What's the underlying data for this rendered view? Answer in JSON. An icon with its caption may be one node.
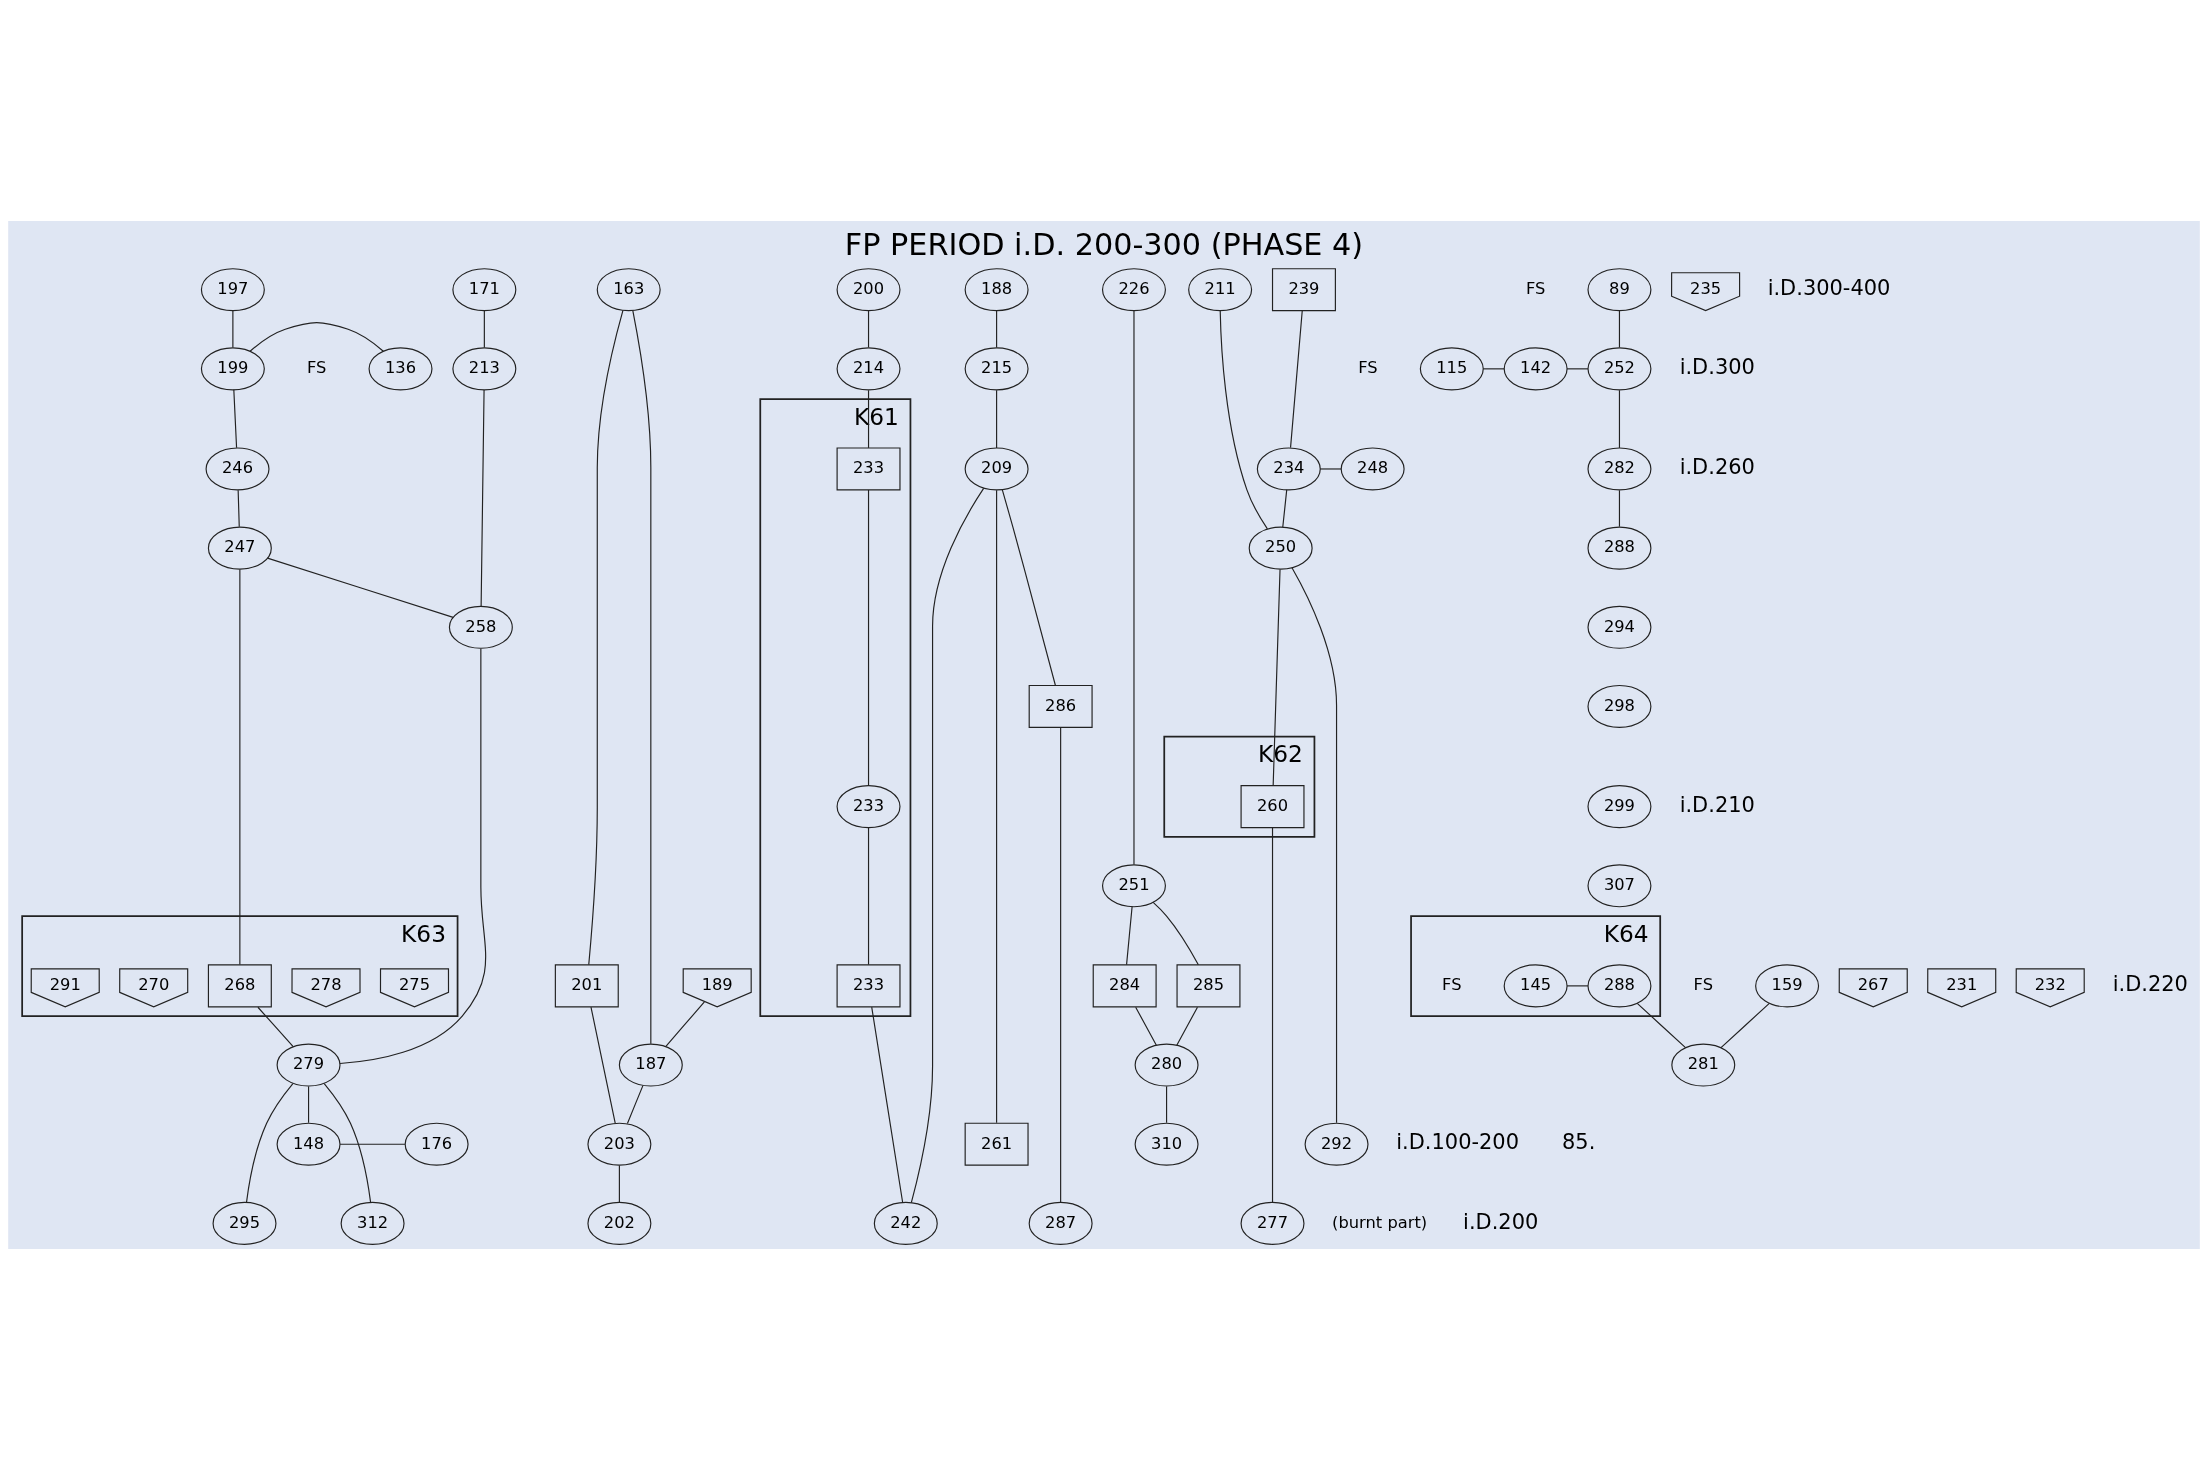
{
  "diagram": {
    "title": "FP PERIOD i.D. 200-300 (PHASE 4)",
    "nodes": [
      {
        "text": [
          "197"
        ]
      },
      {
        "text": [
          "163"
        ]
      },
      {
        "text": [
          "171"
        ]
      },
      {
        "text": [
          "200"
        ]
      },
      {
        "text": [
          "226"
        ]
      },
      {
        "text": [
          "188"
        ]
      },
      {
        "text": [
          "211"
        ]
      },
      {
        "text": [
          "239"
        ]
      },
      {
        "text": [
          "89"
        ],
        "beside": [
          "FS"
        ]
      },
      {
        "text": [
          "136"
        ],
        "beside": [
          "FS"
        ]
      },
      {
        "text": [
          "199"
        ]
      },
      {
        "text": [
          "213"
        ]
      },
      {
        "text": [
          "214"
        ]
      },
      {
        "text": [
          "215"
        ]
      },
      {
        "text": [
          "251"
        ]
      },
      {
        "text": [
          "115"
        ],
        "beside": [
          "FS"
        ]
      },
      {
        "text": [
          "142"
        ]
      },
      {
        "text": [
          "252"
        ]
      },
      {
        "text": [
          "282"
        ]
      },
      {
        "text": [
          "209"
        ]
      },
      {
        "text": [
          "234"
        ]
      },
      {
        "text": [
          "248"
        ]
      },
      {
        "text": [
          "288"
        ]
      },
      {
        "text": [
          "294"
        ]
      },
      {
        "text": [
          "298"
        ]
      },
      {
        "text": [
          "299"
        ]
      },
      {
        "text": [
          "307"
        ]
      },
      {
        "text": [
          "246"
        ]
      },
      {
        "text": [
          "247"
        ]
      },
      {
        "text": [
          "K61"
        ]
      },
      {
        "text": [
          "233"
        ],
        "in": 29
      },
      {
        "text": [
          "233"
        ],
        "in": 29
      },
      {
        "text": [
          "258"
        ]
      },
      {
        "text": [
          "K64"
        ]
      },
      {
        "text": [
          "145"
        ],
        "in": 33,
        "beside": [
          "FS"
        ]
      },
      {
        "text": [
          "288"
        ],
        "in": 33
      },
      {
        "text": [
          "K63"
        ]
      },
      {
        "text": [
          "275"
        ],
        "in": 36
      },
      {
        "text": [
          "278"
        ],
        "in": 36
      },
      {
        "text": [
          "268"
        ],
        "in": 36
      },
      {
        "text": [
          "270"
        ],
        "in": 36
      },
      {
        "text": [
          "291"
        ],
        "in": 36
      },
      {
        "text": [
          "267"
        ]
      },
      {
        "text": [
          "201"
        ]
      },
      {
        "text": [
          "189"
        ]
      },
      {
        "text": [
          "231"
        ]
      },
      {
        "text": [
          "232"
        ]
      },
      {
        "text": [
          "233"
        ],
        "in": 29
      },
      {
        "text": [
          "284"
        ]
      },
      {
        "text": [
          "285"
        ]
      },
      {
        "text": [
          "159"
        ],
        "beside": [
          "FS"
        ]
      },
      {
        "text": [
          "281"
        ]
      },
      {
        "text": [
          "279"
        ]
      },
      {
        "text": [
          "280"
        ]
      },
      {
        "text": [
          "203"
        ]
      },
      {
        "text": [
          "187"
        ]
      },
      {
        "text": [
          "250"
        ]
      },
      {
        "text": [
          "K62"
        ]
      },
      {
        "text": [
          "235"
        ]
      },
      {
        "text": [
          "260"
        ],
        "in": 57
      },
      {
        "text": [
          "286"
        ]
      },
      {
        "text": [
          "312"
        ]
      },
      {
        "text": [
          "295"
        ]
      },
      {
        "text": [
          "202"
        ]
      },
      {
        "text": [
          "242"
        ]
      },
      {
        "text": [
          "287"
        ]
      },
      {
        "text": [
          "277"
        ],
        "beside": [
          "(burnt part)"
        ]
      },
      {
        "text": [
          "148"
        ]
      },
      {
        "text": [
          "176"
        ]
      },
      {
        "text": [
          "310"
        ]
      },
      {
        "text": [
          "261"
        ]
      },
      {
        "text": [
          "292"
        ]
      }
    ],
    "edges": [
      {
        "from": 0,
        "to": 10,
        "arrow": "none"
      },
      {
        "from": 9,
        "to": 10,
        "arrow": "none"
      },
      {
        "from": 10,
        "to": 27,
        "arrow": "none"
      },
      {
        "from": 27,
        "to": 28,
        "arrow": "none"
      },
      {
        "from": 28,
        "to": 39,
        "arrow": "none"
      },
      {
        "from": 28,
        "to": 32,
        "arrow": "none"
      },
      {
        "from": 11,
        "to": 32,
        "arrow": "none"
      },
      {
        "from": 32,
        "to": 52,
        "arrow": "none"
      },
      {
        "from": 39,
        "to": 52,
        "arrow": "none"
      },
      {
        "from": 52,
        "to": 61,
        "arrow": "none"
      },
      {
        "from": 52,
        "to": 67,
        "arrow": "none"
      },
      {
        "from": 52,
        "to": 62,
        "arrow": "none"
      },
      {
        "from": 67,
        "to": 68,
        "arrow": "none"
      },
      {
        "from": 8,
        "to": 17,
        "arrow": "none"
      },
      {
        "from": 15,
        "to": 16,
        "arrow": "none"
      },
      {
        "from": 16,
        "to": 17,
        "arrow": "none"
      },
      {
        "from": 17,
        "to": 18,
        "arrow": "none"
      },
      {
        "from": 18,
        "to": 22,
        "arrow": "none"
      },
      {
        "from": 34,
        "to": 35,
        "arrow": "none"
      },
      {
        "from": 35,
        "to": 51,
        "arrow": "none"
      },
      {
        "from": 50,
        "to": 51,
        "arrow": "none"
      },
      {
        "from": 1,
        "to": 43,
        "arrow": "none"
      },
      {
        "from": 1,
        "to": 55,
        "arrow": "none"
      },
      {
        "from": 43,
        "to": 54,
        "arrow": "none"
      },
      {
        "from": 54,
        "to": 63,
        "arrow": "none"
      },
      {
        "from": 55,
        "to": 54,
        "arrow": "none"
      },
      {
        "from": 44,
        "to": 55,
        "arrow": "none"
      },
      {
        "from": 2,
        "to": 11,
        "arrow": "none"
      },
      {
        "from": 3,
        "to": 12,
        "arrow": "none"
      },
      {
        "from": 12,
        "to": 30,
        "arrow": "none"
      },
      {
        "from": 30,
        "to": 31,
        "arrow": "none"
      },
      {
        "from": 31,
        "to": 47,
        "arrow": "none"
      },
      {
        "from": 47,
        "to": 64,
        "arrow": "none"
      },
      {
        "from": 5,
        "to": 13,
        "arrow": "none"
      },
      {
        "from": 13,
        "to": 19,
        "arrow": "none"
      },
      {
        "from": 19,
        "to": 70,
        "arrow": "none"
      },
      {
        "from": 19,
        "to": 64,
        "arrow": "none"
      },
      {
        "from": 19,
        "to": 60,
        "arrow": "none"
      },
      {
        "from": 60,
        "to": 65,
        "arrow": "none"
      },
      {
        "from": 4,
        "to": 14,
        "arrow": "none"
      },
      {
        "from": 14,
        "to": 48,
        "arrow": "none"
      },
      {
        "from": 14,
        "to": 49,
        "arrow": "none"
      },
      {
        "from": 48,
        "to": 53,
        "arrow": "none"
      },
      {
        "from": 49,
        "to": 53,
        "arrow": "none"
      },
      {
        "from": 53,
        "to": 69,
        "arrow": "none"
      },
      {
        "from": 6,
        "to": 56,
        "arrow": "none"
      },
      {
        "from": 7,
        "to": 20,
        "arrow": "none"
      },
      {
        "from": 20,
        "to": 21,
        "arrow": "none"
      },
      {
        "from": 20,
        "to": 56,
        "arrow": "none"
      },
      {
        "from": 56,
        "to": 59,
        "arrow": "none"
      },
      {
        "from": 56,
        "to": 71,
        "arrow": "none"
      },
      {
        "from": 59,
        "to": 66,
        "arrow": "none"
      }
    ],
    "labels": [
      "i.D.300-400",
      "i.D.300",
      "i.D.260",
      "i.D.220",
      "i.D.210",
      "i.D.200",
      "i.D.100-200",
      "85."
    ]
  }
}
